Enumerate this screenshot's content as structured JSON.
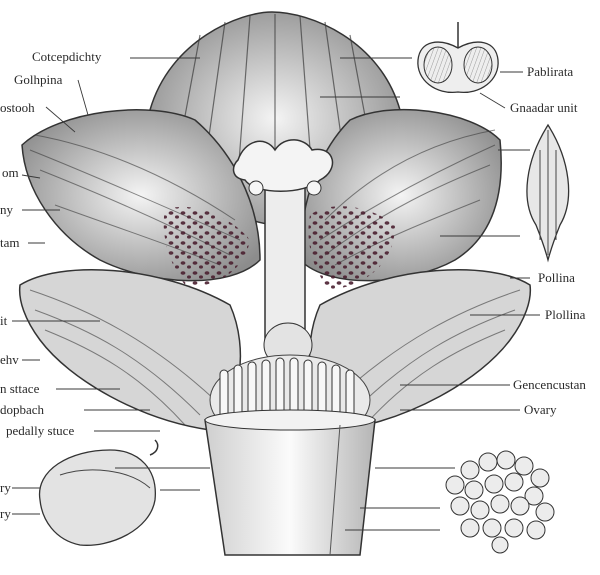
{
  "labels_left": [
    {
      "id": "cotcepdichty",
      "text": "Cotcepdichty"
    },
    {
      "id": "golhpina",
      "text": "Golhpina"
    },
    {
      "id": "ostooh",
      "text": "ostooh"
    },
    {
      "id": "om",
      "text": "om"
    },
    {
      "id": "ny",
      "text": "ny"
    },
    {
      "id": "tam",
      "text": "tam"
    },
    {
      "id": "it",
      "text": "it"
    },
    {
      "id": "ehv",
      "text": "ehv"
    },
    {
      "id": "n-sttace",
      "text": "n sttace"
    },
    {
      "id": "dopbach",
      "text": "dopbach"
    },
    {
      "id": "pedally-stuce",
      "text": "pedally stuce"
    },
    {
      "id": "ry-1",
      "text": "ry"
    },
    {
      "id": "ry-2",
      "text": "ry"
    }
  ],
  "labels_right": [
    {
      "id": "pablirata",
      "text": "Pablirata"
    },
    {
      "id": "gnaadar-unit",
      "text": "Gnaadar unit"
    },
    {
      "id": "pollina-1",
      "text": "Pollina"
    },
    {
      "id": "plollina",
      "text": "Plollina"
    },
    {
      "id": "gencencustan",
      "text": "Gencencustan"
    },
    {
      "id": "ovary",
      "text": "Ovary"
    }
  ]
}
